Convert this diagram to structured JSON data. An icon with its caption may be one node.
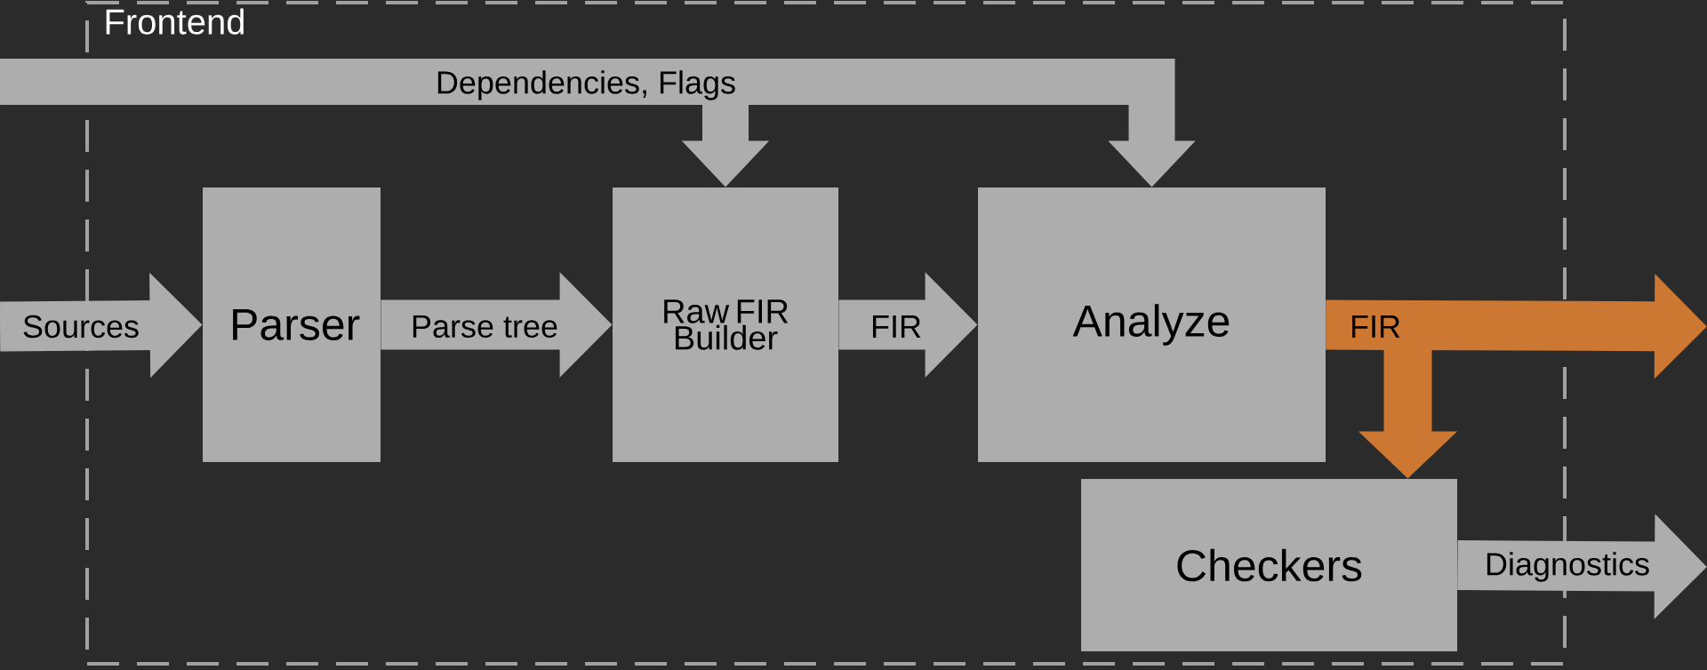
{
  "diagram": {
    "nodes": [
      {
        "text": [
          "Frontend"
        ]
      },
      {
        "text": [
          "Parser"
        ],
        "in": 0
      },
      {
        "text": [
          "Raw FIR Builder"
        ],
        "in": 0
      },
      {
        "text": [
          "Analyze"
        ],
        "in": 0
      },
      {
        "text": [
          "Checkers"
        ],
        "in": 0
      }
    ],
    "edges": [
      {
        "from": null,
        "to": 1,
        "label": "Sources",
        "arrow": "to"
      },
      {
        "from": 1,
        "to": 2,
        "label": "Parse tree",
        "arrow": "to"
      },
      {
        "from": 2,
        "to": 3,
        "label": "FIR",
        "arrow": "to"
      },
      {
        "from": 3,
        "to": null,
        "label": "FIR",
        "arrow": "to",
        "color": "#cc7832"
      },
      {
        "from": 3,
        "to": 4,
        "arrow": "to",
        "color": "#cc7832"
      },
      {
        "from": 4,
        "to": null,
        "label": "Diagnostics",
        "arrow": "to"
      },
      {
        "from": null,
        "to": 2,
        "label": "Dependencies, Flags",
        "arrow": "to"
      },
      {
        "from": null,
        "to": 3,
        "arrow": "to"
      }
    ]
  }
}
